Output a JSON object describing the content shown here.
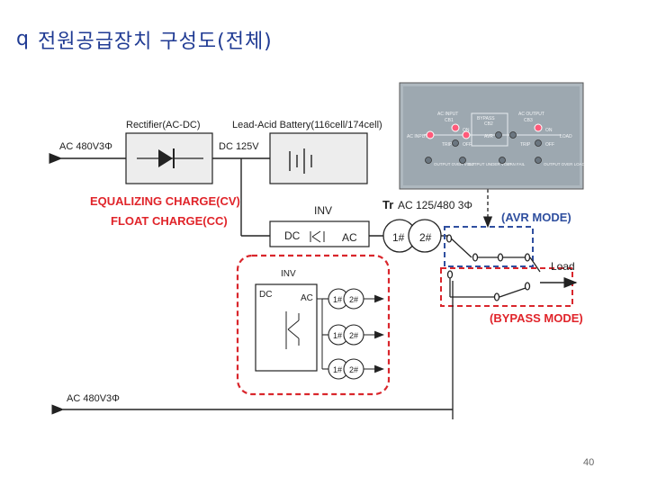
{
  "title": {
    "bullet": "q",
    "text": "전원공급장치 구성도(전체)"
  },
  "labels": {
    "rectifier": "Rectifier(AC-DC)",
    "battery": "Lead-Acid Battery(116cell/174cell)",
    "ac_input": "AC 480V3Φ",
    "dc_bus": "DC 125V",
    "equalizing": "EQUALIZING CHARGE(CV)",
    "float": "FLOAT CHARGE(CC)",
    "inv": "INV",
    "inv_dc": "DC",
    "inv_ac": "AC",
    "tr": "Tr",
    "tr_spec": "AC 125/480 3Φ",
    "tr_primary": "1#",
    "tr_secondary": "2#",
    "avr_mode": "(AVR MODE)",
    "bypass_mode": "(BYPASS MODE)",
    "load": "Load",
    "inset_inv": "INV",
    "inset_dc": "DC",
    "inset_ac": "AC",
    "inset_t1_1": "1#",
    "inset_t1_2": "2#",
    "inset_t2_1": "1#",
    "inset_t2_2": "2#",
    "inset_t3_1": "1#",
    "inset_t3_2": "2#",
    "ac_bypass": "AC 480V3Φ"
  },
  "panel": {
    "ac_input": "AC INPUT",
    "cb1": "CB1",
    "bypass": "BYPASS",
    "cb2": "CB2",
    "ac_output": "AC OUTPUT",
    "cb3": "CB3",
    "ac_input_lbl": "AC INPUT",
    "on": "ON",
    "avr": "AVR",
    "on2": "ON",
    "load": "LOAD",
    "trip": "TRIP",
    "off": "OFF",
    "trip2": "TRIP",
    "off2": "OFF",
    "output_over_volt": "OUTPUT OVER VOLT",
    "output_under_volt": "OUTPUT UNDER VOLT",
    "fan_fail": "FAN FAIL",
    "output_over_load": "OUTPUT OVER LOAD"
  },
  "page_number": "40",
  "colors": {
    "title": "#1f3a93",
    "annotation": "#e0242a",
    "blue_dash": "#2f4f9f",
    "red_dash": "#d9262c",
    "box_fill": "#ededed",
    "line": "#222222"
  }
}
